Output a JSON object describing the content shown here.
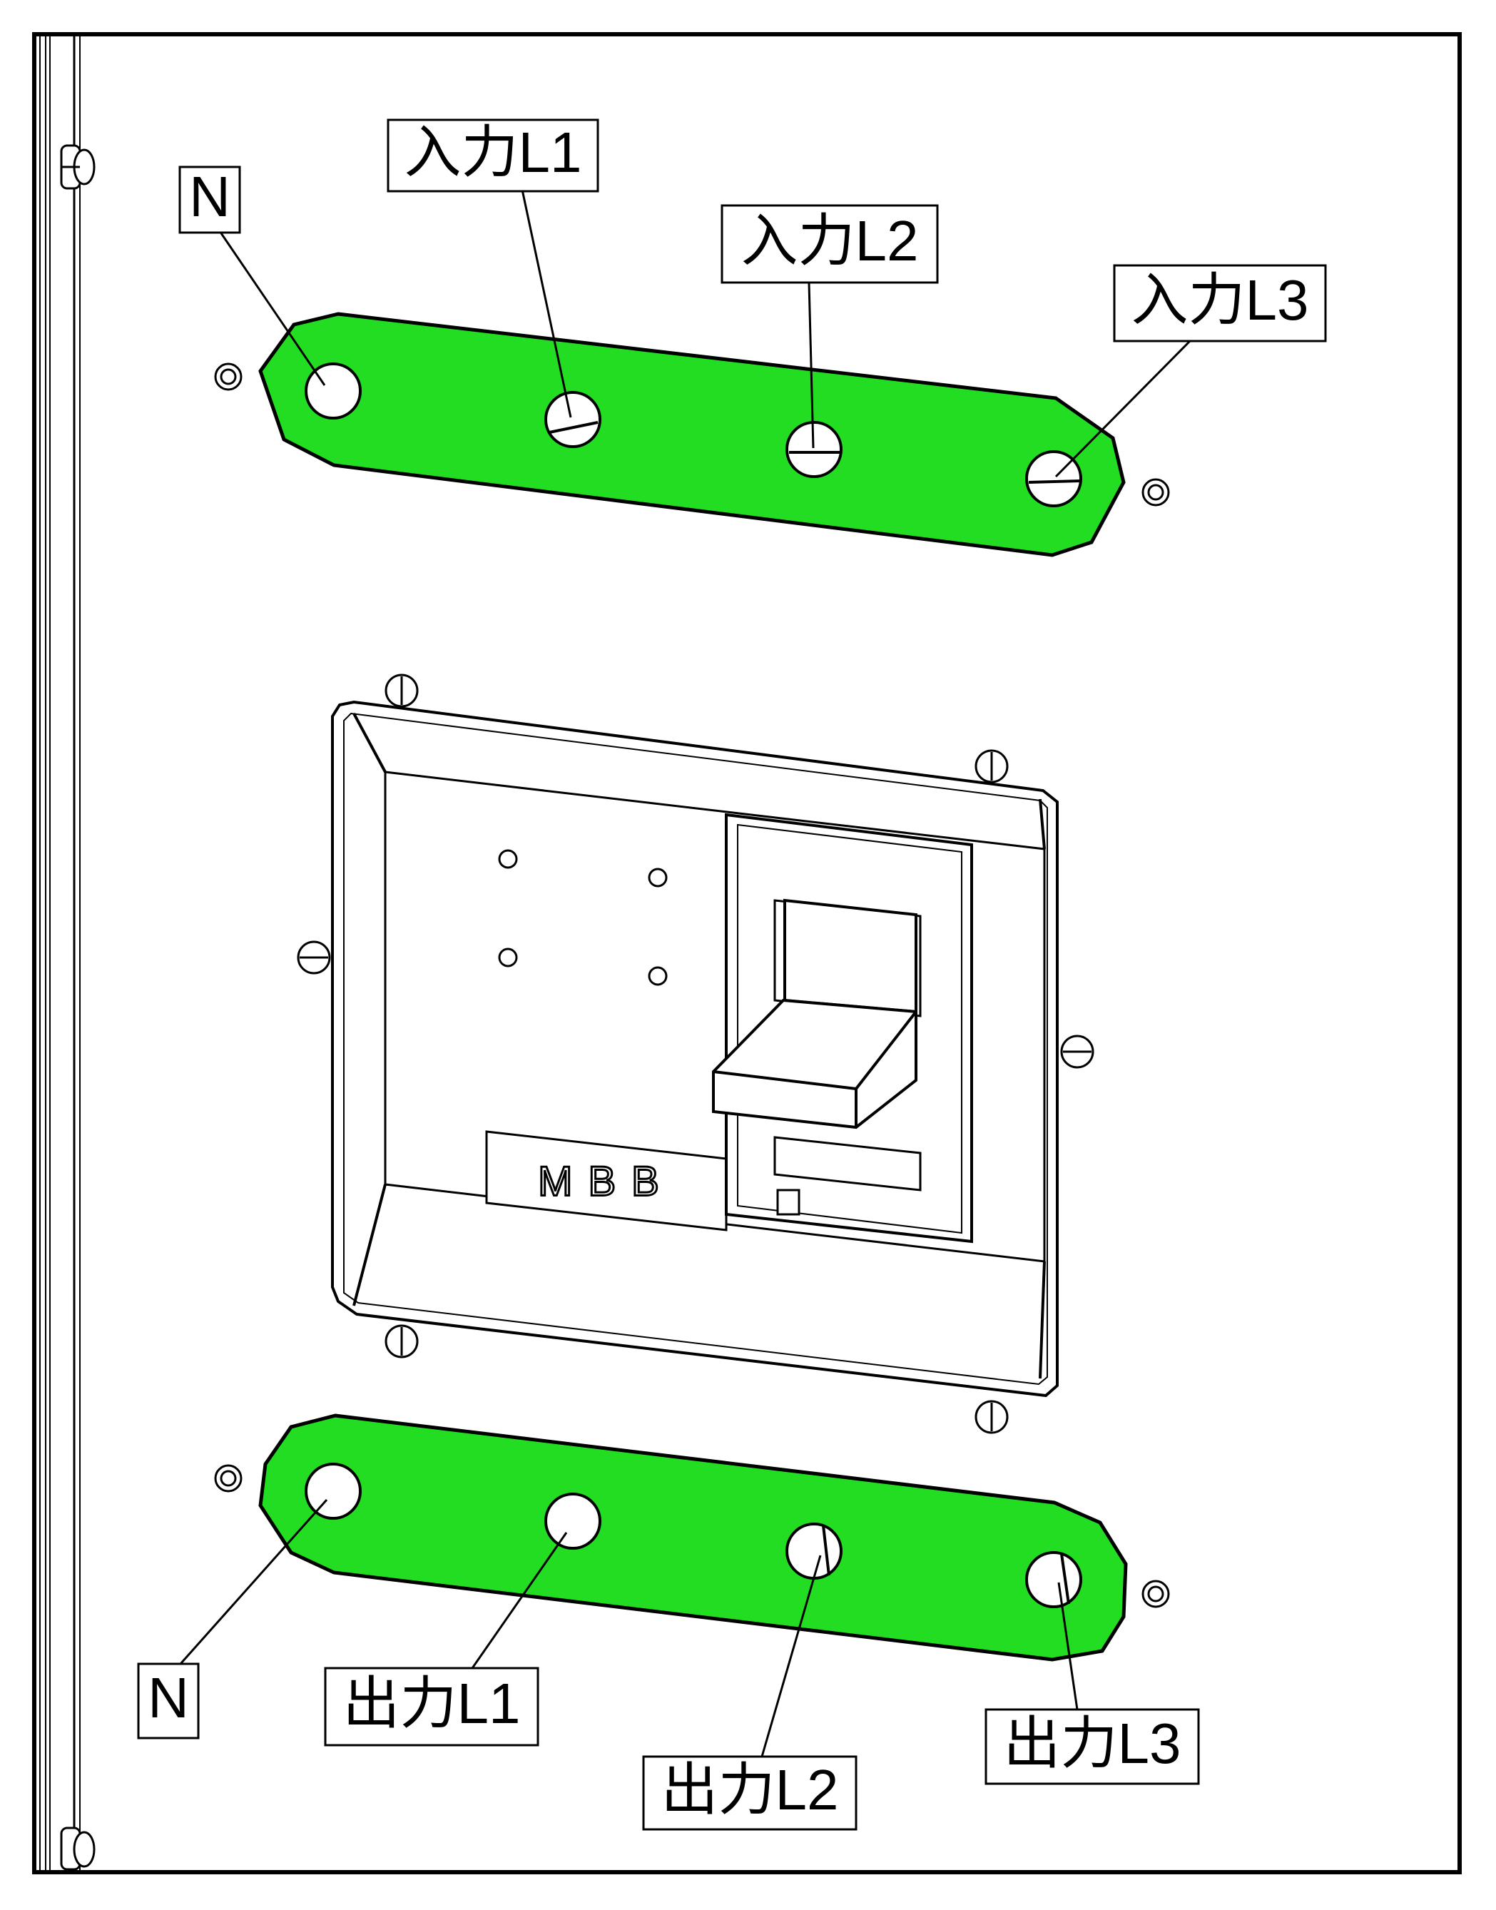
{
  "diagram": {
    "busbar_color": "#22dd22",
    "top_labels": {
      "neutral": "N",
      "input_l1": "入力L1",
      "input_l2": "入力L2",
      "input_l3": "入力L3"
    },
    "bottom_labels": {
      "neutral": "N",
      "output_l1": "出力L1",
      "output_l2": "出力L2",
      "output_l3": "出力L3"
    },
    "breaker_label": "MBB"
  }
}
